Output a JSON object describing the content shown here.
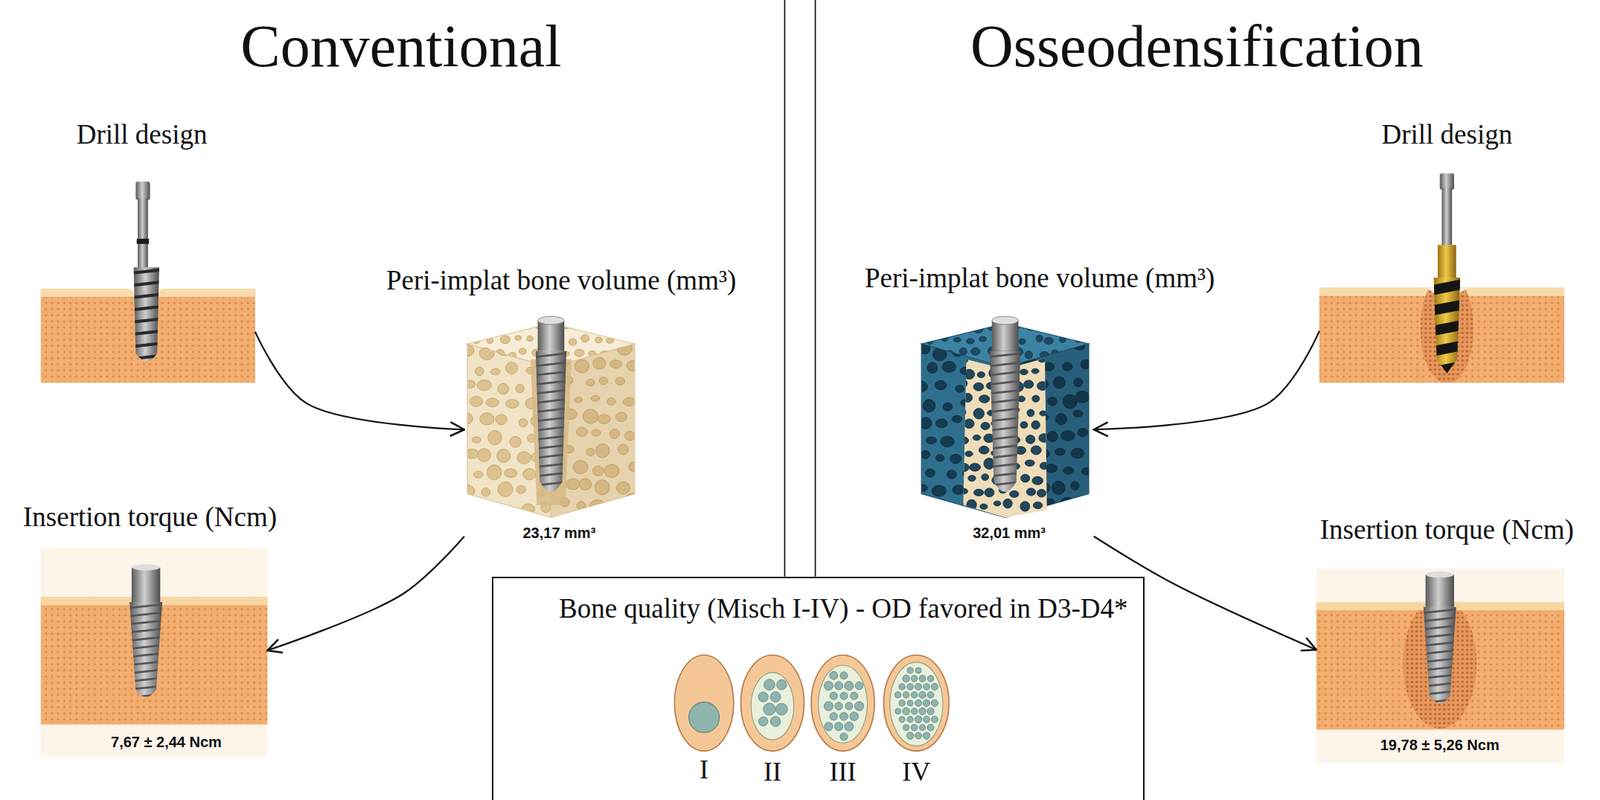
{
  "diagram": {
    "nodes": [
      {
        "text": [
          "Conventional"
        ]
      },
      {
        "text": [
          "Drill design"
        ],
        "in": 0
      },
      {
        "text": [
          "Peri-implat bone volume (mm³)",
          "23,17 mm³"
        ],
        "in": 0
      },
      {
        "text": [
          "Insertion torque (Ncm)",
          "7,67 ± 2,44 Ncm"
        ],
        "in": 0
      },
      {
        "text": [
          "Osseodensification"
        ]
      },
      {
        "text": [
          "Drill design"
        ],
        "in": 4
      },
      {
        "text": [
          "Peri-implat bone volume (mm³)",
          "32,01 mm³"
        ],
        "in": 4
      },
      {
        "text": [
          "Insertion torque (Ncm)",
          "19,78 ± 5,26 Ncm"
        ],
        "in": 4
      },
      {
        "text": [
          "Bone quality (Misch I-IV) - OD favored in D3-D4*"
        ]
      }
    ],
    "edges": [
      {
        "from": 1,
        "to": 2,
        "arrow": "to"
      },
      {
        "from": 2,
        "to": 3,
        "arrow": "to"
      },
      {
        "from": 5,
        "to": 6,
        "arrow": "to"
      },
      {
        "from": 6,
        "to": 7,
        "arrow": "to"
      }
    ],
    "labels": [
      "I",
      "II",
      "III",
      "IV"
    ]
  }
}
